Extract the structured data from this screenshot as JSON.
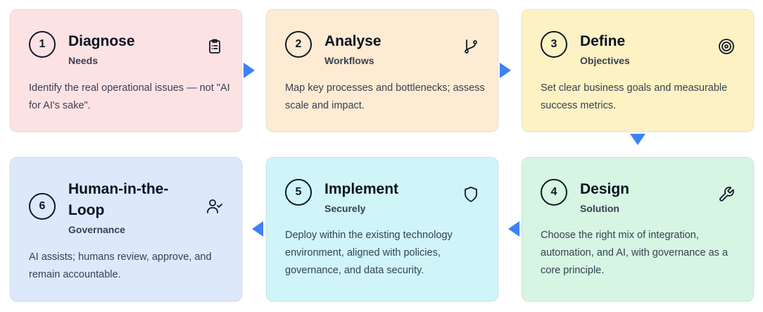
{
  "steps": [
    {
      "number": "1",
      "title": "Diagnose",
      "subtitle": "Needs",
      "description": "Identify the real operational issues — not \"AI for AI's sake\".",
      "icon": "clipboard-icon",
      "color": "#fde2e4"
    },
    {
      "number": "2",
      "title": "Analyse",
      "subtitle": "Workflows",
      "description": "Map key processes and bottlenecks; assess scale and impact.",
      "icon": "git-branch-icon",
      "color": "#fdebd3"
    },
    {
      "number": "3",
      "title": "Define",
      "subtitle": "Objectives",
      "description": "Set clear business goals and measurable success metrics.",
      "icon": "target-icon",
      "color": "#fdf2c4"
    },
    {
      "number": "4",
      "title": "Design",
      "subtitle": "Solution",
      "description": "Choose the right mix of integration, automation, and AI, with governance as a core principle.",
      "icon": "wrench-icon",
      "color": "#d6f5e3"
    },
    {
      "number": "5",
      "title": "Implement",
      "subtitle": "Securely",
      "description": "Deploy within the existing technology environment, aligned with policies, governance, and data security.",
      "icon": "shield-icon",
      "color": "#cff5f8"
    },
    {
      "number": "6",
      "title": "Human-in-the-Loop",
      "subtitle": "Governance",
      "description": "AI assists; humans review, approve, and remain accountable.",
      "icon": "user-check-icon",
      "color": "#dde8fb"
    }
  ],
  "accent_color": "#3b82f6"
}
